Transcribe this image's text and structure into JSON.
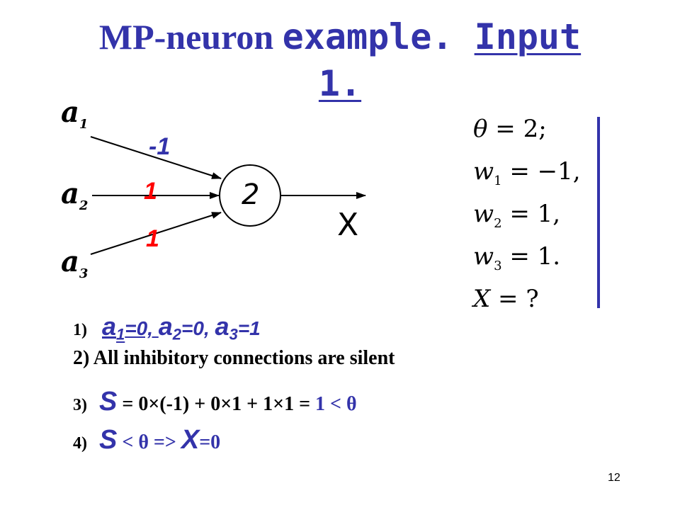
{
  "title": {
    "part1": "MP-neuron ",
    "part2": "example. ",
    "part3": "Input",
    "part4": "1."
  },
  "inputs": [
    {
      "name": "a",
      "index": "1"
    },
    {
      "name": "a",
      "index": "2"
    },
    {
      "name": "a",
      "index": "3"
    }
  ],
  "weights_display": [
    "-1",
    "1",
    "1"
  ],
  "neuron": {
    "threshold": "2"
  },
  "output": {
    "label": "X"
  },
  "equations": [
    {
      "sym": "θ",
      "sub": "",
      "rhs": " = 2;"
    },
    {
      "sym": "w",
      "sub": "1",
      "rhs": " = −1,"
    },
    {
      "sym": "w",
      "sub": "2",
      "rhs": " = 1,"
    },
    {
      "sym": "w",
      "sub": "3",
      "rhs": " = 1."
    },
    {
      "sym": "X",
      "sub": "",
      "rhs": " = ?"
    }
  ],
  "steps": {
    "s1": {
      "num": "1)",
      "a": "a",
      "i1": "1",
      "v1": "=0, ",
      "i2": "2",
      "v2": "=0, ",
      "i3": "3",
      "v3": "=1"
    },
    "s2": {
      "text": "2)  All inhibitory connections are silent"
    },
    "s3": {
      "num": "3)",
      "S": "S",
      "expr": " = 0×(-1) + 0×1 + 1×1 = ",
      "result": "1 < θ"
    },
    "s4": {
      "num": "4)",
      "S": "S",
      "mid": " < θ => ",
      "X": "X",
      "end": "=0"
    }
  },
  "page_number": "12",
  "colors": {
    "title": "#3333aa",
    "weight_negative": "#3333aa",
    "weight_positive": "#ff0000",
    "divider": "#3333aa"
  }
}
